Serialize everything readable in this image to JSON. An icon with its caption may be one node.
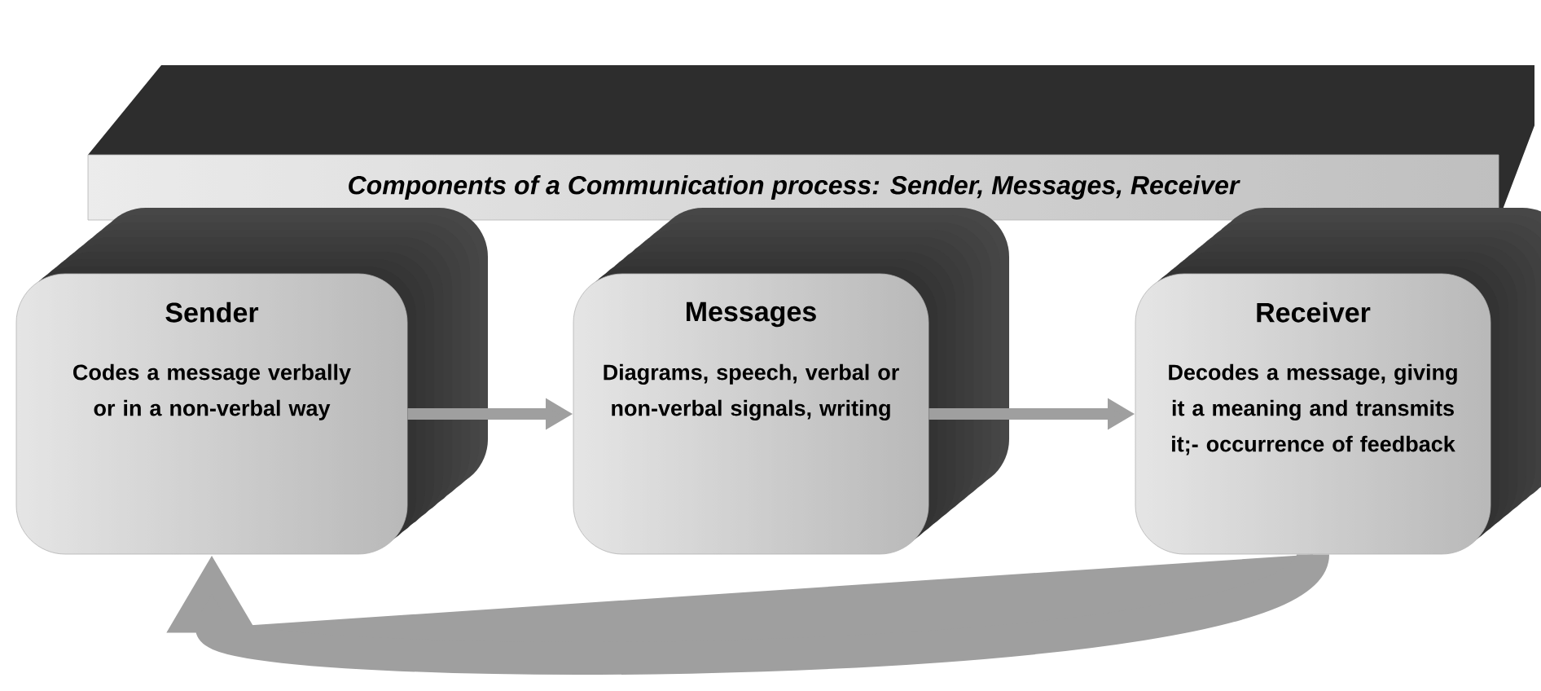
{
  "diagram": {
    "nodes": [
      {
        "text": [
          "Components of a Communication process: Sender, Messages, Receiver"
        ]
      },
      {
        "text": [
          "Sender",
          "Codes a message verbally or in a non-verbal way"
        ]
      },
      {
        "text": [
          "Messages",
          "Diagrams, speech, verbal or non-verbal signals, writing"
        ]
      },
      {
        "text": [
          "Receiver",
          "Decodes a message, giving it a meaning and transmits it;- occurrence of feedback"
        ]
      }
    ],
    "edges": [
      {
        "from": 1,
        "to": 2,
        "arrow": "to"
      },
      {
        "from": 2,
        "to": 3,
        "arrow": "to"
      },
      {
        "from": 3,
        "to": 1,
        "arrow": "to",
        "style": "thick"
      }
    ]
  }
}
